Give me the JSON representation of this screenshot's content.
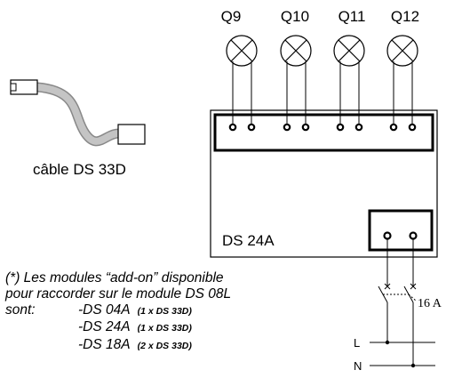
{
  "lamps": [
    "Q9",
    "Q10",
    "Q11",
    "Q12"
  ],
  "cable_label": "câble DS 33D",
  "module_label": "DS 24A",
  "breaker_rating": "16 A",
  "line_labels": {
    "live": "L",
    "neutral": "N"
  },
  "note": {
    "line1": "(*) Les modules “add-on” disponible",
    "line2": "pour raccorder sur le module DS 08L",
    "sont": "sont:",
    "modules": [
      {
        "name": "-DS 04A",
        "count": "(1 x DS 33D)"
      },
      {
        "name": "-DS 24A",
        "count": "(1 x DS 33D)"
      },
      {
        "name": "-DS 18A",
        "count": "(2 x DS 33D)"
      }
    ]
  }
}
